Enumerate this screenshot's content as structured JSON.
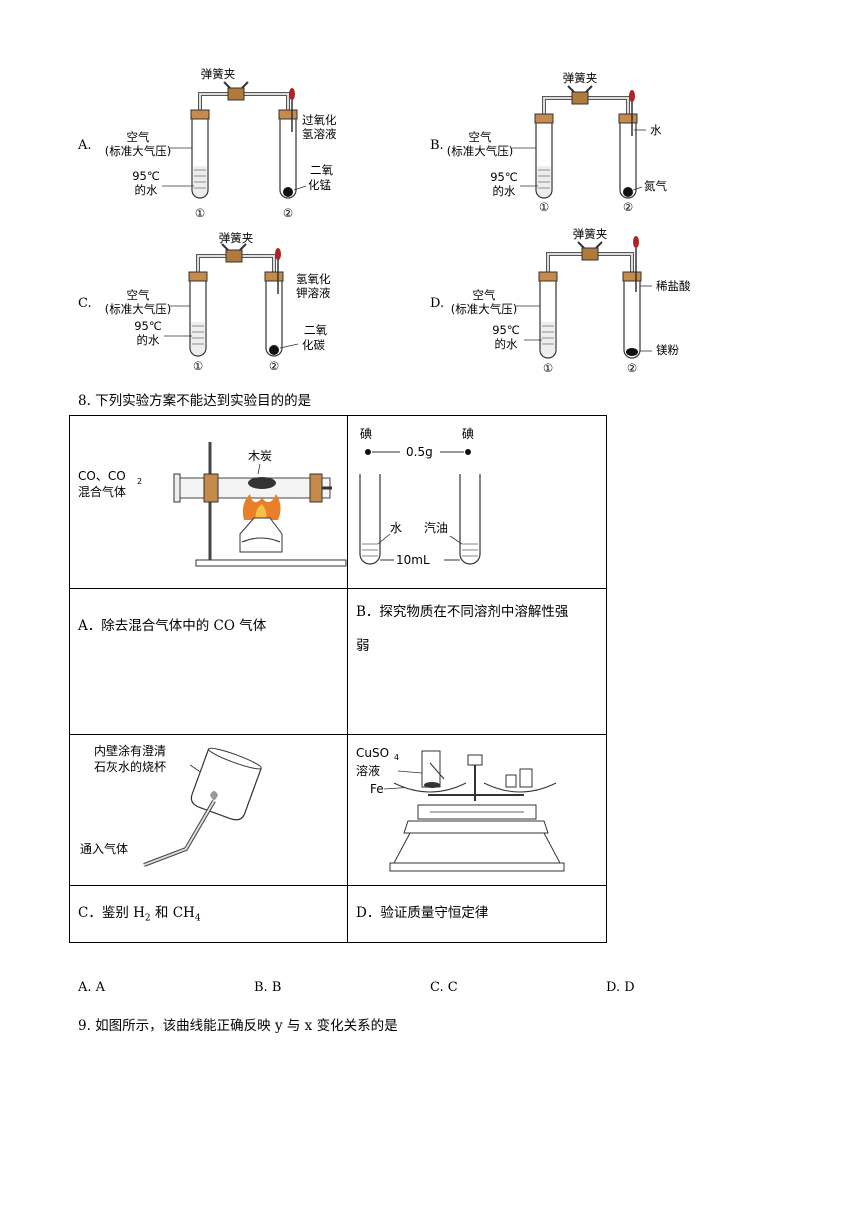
{
  "q7": {
    "options": [
      {
        "letter": "A.",
        "clamp": "弹簧夹",
        "air": "空气",
        "pressure": "(标准大气压)",
        "temp": "95℃",
        "water": "的水",
        "reagent1": "过氧化",
        "reagent2": "氢溶液",
        "solid1": "二氧",
        "solid2": "化锰",
        "tube1": "①",
        "tube2": "②"
      },
      {
        "letter": "B.",
        "clamp": "弹簧夹",
        "air": "空气",
        "pressure": "(标准大气压)",
        "temp": "95℃",
        "water": "的水",
        "reagent1": "水",
        "reagent2": "",
        "solid1": "氮气",
        "solid2": "",
        "tube1": "①",
        "tube2": "②"
      },
      {
        "letter": "C.",
        "clamp": "弹簧夹",
        "air": "空气",
        "pressure": "(标准大气压)",
        "temp": "95℃",
        "water": "的水",
        "reagent1": "氢氧化",
        "reagent2": "钾溶液",
        "solid1": "二氧",
        "solid2": "化碳",
        "tube1": "①",
        "tube2": "②"
      },
      {
        "letter": "D.",
        "clamp": "弹簧夹",
        "air": "空气",
        "pressure": "(标准大气压)",
        "temp": "95℃",
        "water": "的水",
        "reagent1": "稀盐酸",
        "reagent2": "",
        "solid1": "镁粉",
        "solid2": "",
        "tube1": "①",
        "tube2": "②"
      }
    ]
  },
  "q8": {
    "stem": "8. 下列实验方案不能达到实验目的的是",
    "a_fig": {
      "gas1": "CO、CO",
      "gas_sub": "2",
      "gas2": "混合气体",
      "charcoal": "木炭"
    },
    "b_fig": {
      "iodine_left": "碘",
      "mass": "0.5g",
      "iodine_right": "碘",
      "water": "水",
      "gasoline": "汽油",
      "volume": "10mL"
    },
    "c_fig": {
      "beaker1": "内壁涂有澄清",
      "beaker2": "石灰水的烧杯",
      "inlet": "通入气体"
    },
    "d_fig": {
      "cuso4": "CuSO",
      "cuso4_sub": "4",
      "solution": "溶液",
      "fe": "Fe"
    },
    "a_text": "A．除去混合气体中的 CO 气体",
    "b_text1": "B．探究物质在不同溶剂中溶解性强",
    "b_text2": "弱",
    "c_text_pre": "C．鉴别 H",
    "c_sub1": "2",
    "c_text_mid": " 和 CH",
    "c_sub2": "4",
    "d_text": "D．验证质量守恒定律",
    "answers": [
      "A. A",
      "B. B",
      "C. C",
      "D. D"
    ]
  },
  "q9": {
    "stem": "9. 如图所示，该曲线能正确反映 y 与 x 变化关系的是"
  }
}
